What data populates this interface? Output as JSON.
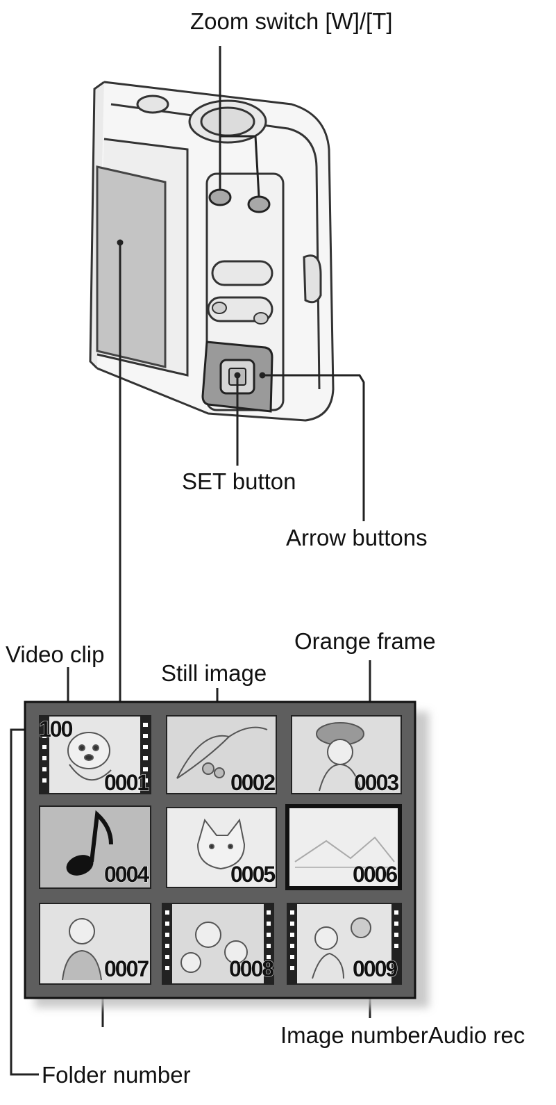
{
  "labels": {
    "zoom_switch": "Zoom switch [W]/[T]",
    "set_button": "SET button",
    "arrow_buttons": "Arrow buttons",
    "video_clip": "Video clip",
    "orange_frame": "Orange frame",
    "still_image": "Still image",
    "image_number_audio": "Image numberAudio rec",
    "folder_number": "Folder number"
  },
  "screen": {
    "folder": "100",
    "thumbnails": [
      {
        "number": "0001",
        "kind": "video"
      },
      {
        "number": "0002",
        "kind": "still"
      },
      {
        "number": "0003",
        "kind": "still"
      },
      {
        "number": "0004",
        "kind": "audio"
      },
      {
        "number": "0005",
        "kind": "still"
      },
      {
        "number": "0006",
        "kind": "still",
        "selected": true
      },
      {
        "number": "0007",
        "kind": "still"
      },
      {
        "number": "0008",
        "kind": "video"
      },
      {
        "number": "0009",
        "kind": "video"
      }
    ]
  },
  "colors": {
    "screen_bg": "#5e5e5e",
    "line": "#222222"
  }
}
